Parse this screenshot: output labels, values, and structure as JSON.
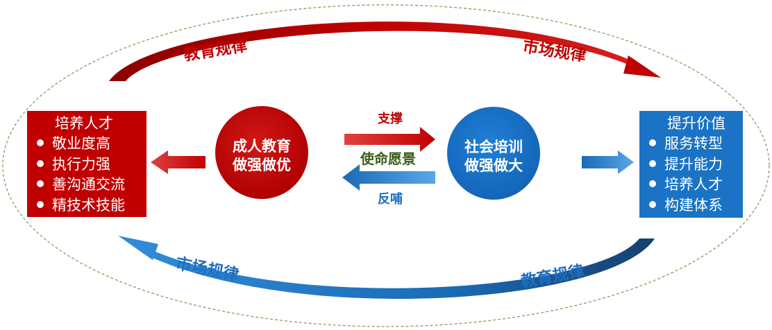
{
  "colors": {
    "red": "#c00000",
    "blue": "#1a73c4",
    "dark_blue": "#1f4e79",
    "green_label": "#3a5f1a",
    "ellipse_dash": "#7aa35a"
  },
  "arcs": {
    "top_left_label": "教育规律",
    "top_right_label": "市场规律",
    "bottom_left_label": "市场规律",
    "bottom_right_label": "教育规律"
  },
  "circles": {
    "left": {
      "line1": "成人教育",
      "line2": "做强做优"
    },
    "right": {
      "line1": "社会培训",
      "line2": "做强做大"
    }
  },
  "middle": {
    "support_label": "支撑",
    "mission_label": "使命愿景",
    "feedback_label": "反哺"
  },
  "left_box": {
    "title": "培养人才",
    "items": [
      "敬业度高",
      "执行力强",
      "善沟通交流",
      "精技术技能"
    ]
  },
  "right_box": {
    "title": "提升价值",
    "items": [
      "服务转型",
      "提升能力",
      "培养人才",
      "构建体系"
    ]
  }
}
